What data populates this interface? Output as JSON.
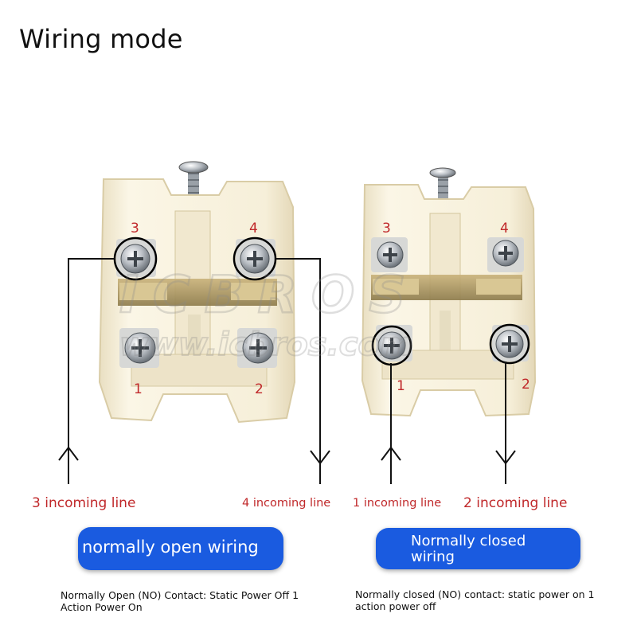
{
  "title": "Wiring mode",
  "watermark": {
    "brand": "ICBROS",
    "url": "www.icbros.com"
  },
  "switches": [
    {
      "name": "normally-open",
      "terminals": [
        "3",
        "4",
        "1",
        "2"
      ],
      "highlighted_terminals": [
        "3",
        "4"
      ],
      "incoming_left": "3 incoming line",
      "incoming_right": "4 incoming line",
      "mode_label": "normally open wiring",
      "description_line1": "Normally Open (NO) Contact: Static Power Off 1",
      "description_line2": "Action Power On"
    },
    {
      "name": "normally-closed",
      "terminals": [
        "3",
        "4",
        "1",
        "2"
      ],
      "highlighted_terminals": [
        "1",
        "2"
      ],
      "incoming_left": "1 incoming line",
      "incoming_right": "2 incoming line",
      "mode_label_line1": "Normally closed",
      "mode_label_line2": "wiring",
      "description_line1": "Normally closed (NO) contact: static power on 1",
      "description_line2": "action power off"
    }
  ],
  "colors": {
    "label_red": "#c0282a",
    "pill_blue": "#1a5be0",
    "housing": "#f4ecd4",
    "wire": "#111111"
  }
}
